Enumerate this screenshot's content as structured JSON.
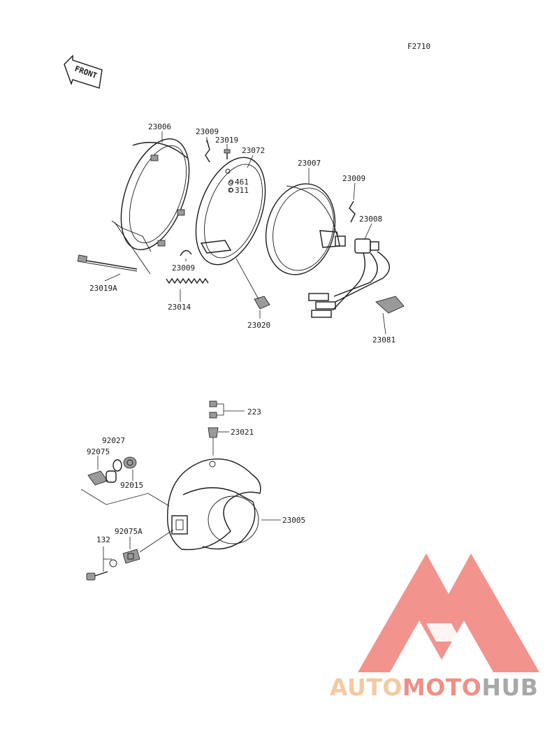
{
  "figure_code": "F2710",
  "front_label": "FRONT",
  "parts": {
    "p23006": "23006",
    "p23009a": "23009",
    "p23019": "23019",
    "p23072": "23072",
    "p461": "461",
    "p311": "311",
    "p23007": "23007",
    "p23009b": "23009",
    "p23008": "23008",
    "p23009c": "23009",
    "p23019A": "23019A",
    "p23014": "23014",
    "p23020": "23020",
    "p23081": "23081",
    "p223": "223",
    "p23021": "23021",
    "p92027": "92027",
    "p92075": "92075",
    "p92015": "92015",
    "p23005": "23005",
    "p92075A": "92075A",
    "p132": "132"
  },
  "watermark": {
    "part1": "AUTO",
    "part2": "MOTO",
    "part3": "HUB",
    "color1": "#f5c9a0",
    "color2": "#f08f86",
    "color3": "#a8a8a8",
    "logo_color": "#f0807a"
  }
}
